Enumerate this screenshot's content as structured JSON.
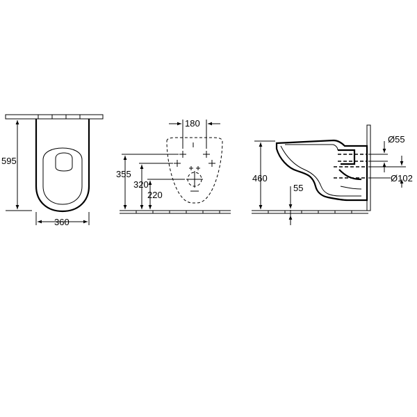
{
  "views": {
    "top": {
      "dim_depth": "595",
      "dim_width": "360"
    },
    "front": {
      "dim_bolt_spacing": "180",
      "dim_height_upper": "355",
      "dim_height_mid": "320",
      "dim_height_lower": "220"
    },
    "side": {
      "dim_rim_height": "460",
      "dim_outlet_offset": "55",
      "dim_inlet_diameter": "Ø55",
      "dim_outlet_diameter": "Ø102"
    }
  },
  "colors": {
    "line": "#000000",
    "background": "#ffffff"
  }
}
